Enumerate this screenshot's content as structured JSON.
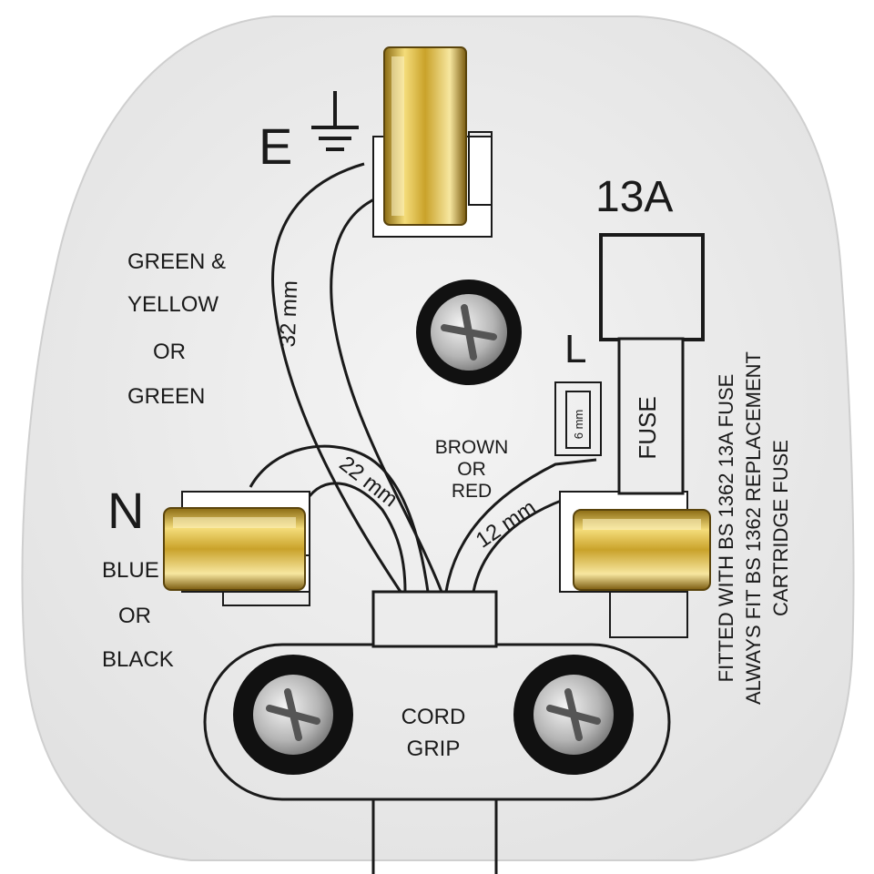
{
  "labels": {
    "earth_letter": "E",
    "neutral_letter": "N",
    "live_letter": "L",
    "rating": "13A",
    "fuse": "FUSE",
    "earth_color": [
      "GREEN &",
      "YELLOW",
      "OR",
      "GREEN"
    ],
    "neutral_color": [
      "BLUE",
      "OR",
      "BLACK"
    ],
    "live_color": [
      "BROWN",
      "OR",
      "RED"
    ],
    "cord_grip": [
      "CORD",
      "GRIP"
    ],
    "earth_length": "32 mm",
    "neutral_length": "22 mm",
    "live_length": "12 mm",
    "strip_length": "6 mm",
    "fuse_notice": [
      "FITTED WITH BS 1362 13A FUSE",
      "ALWAYS FIT BS 1362 REPLACEMENT",
      "CARTRIDGE FUSE"
    ]
  },
  "colors": {
    "card": "#ececec",
    "ink": "#1a1a1a",
    "brass": "#c9a22a",
    "screw_ring": "#111111",
    "screw_head": "#b8b8b8"
  }
}
